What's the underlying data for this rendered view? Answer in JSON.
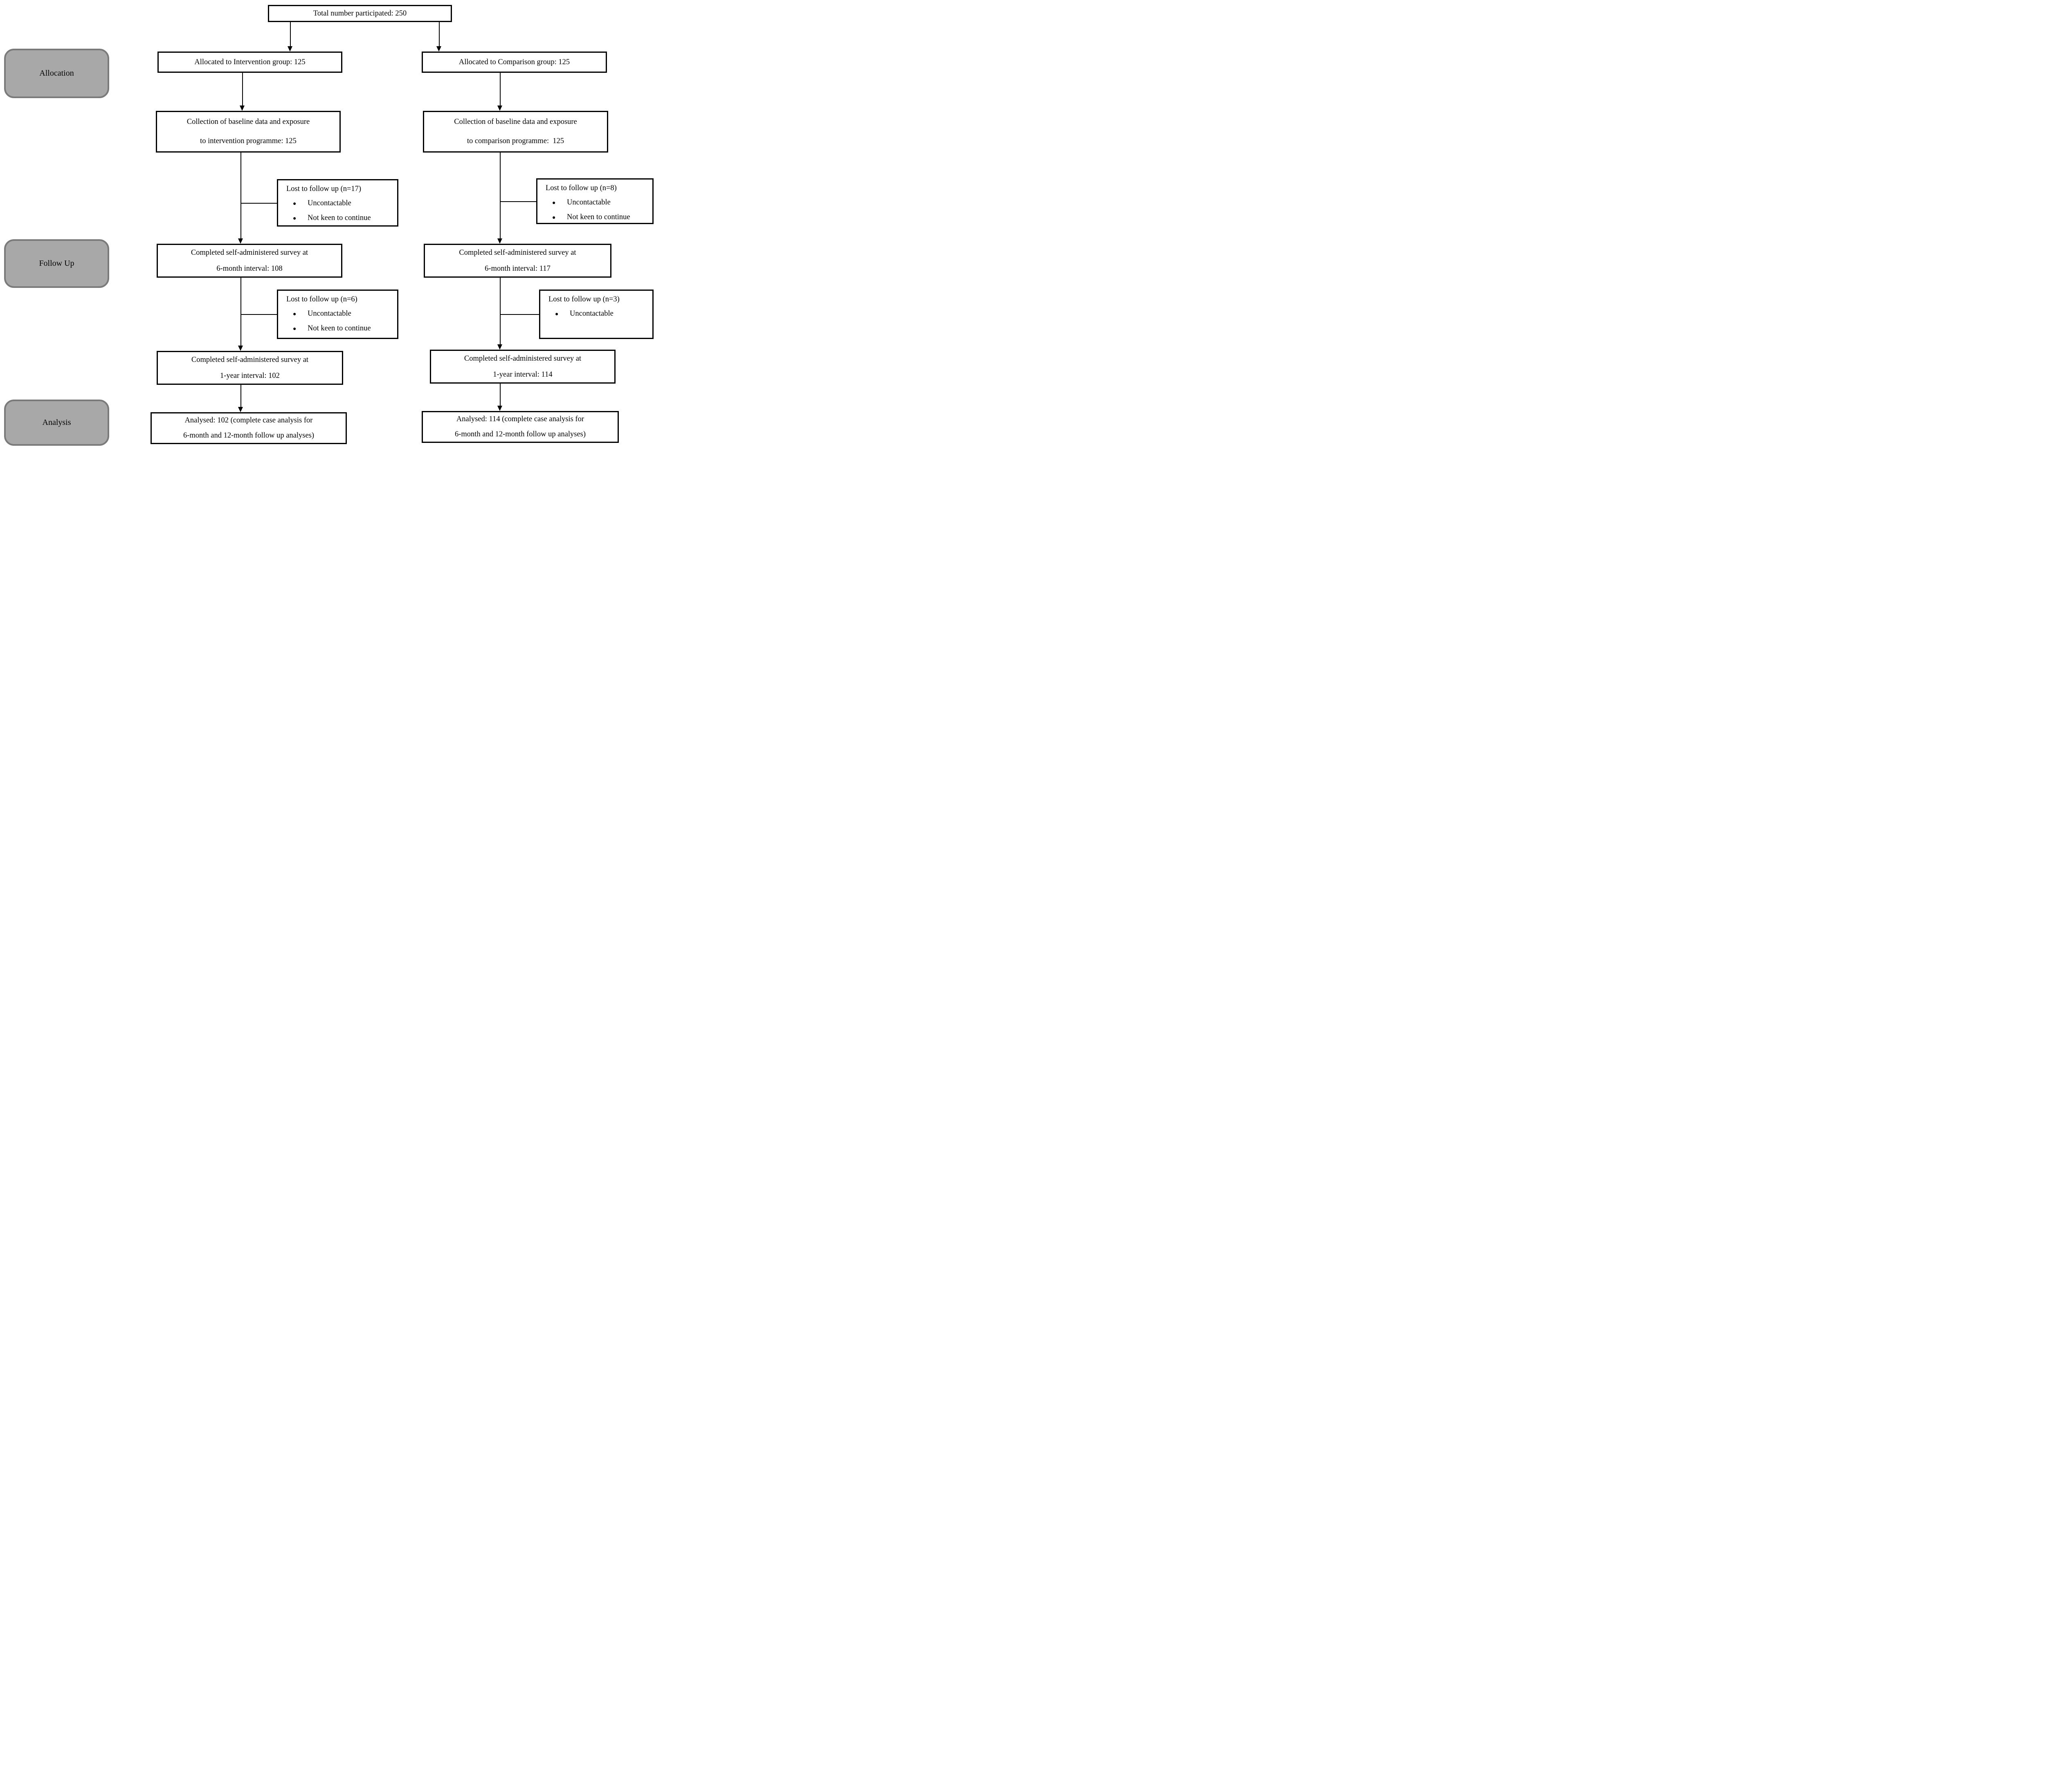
{
  "title_box": {
    "text": "Total number participated: 250"
  },
  "stages": {
    "allocation": "Allocation",
    "follow_up": "Follow Up",
    "analysis": "Analysis"
  },
  "bullet_glyph": "●",
  "intervention": {
    "allocated": "Allocated to Intervention group: 125",
    "baseline": [
      "Collection of baseline data and exposure",
      "to intervention programme: 125"
    ],
    "lost_6m": {
      "title": "Lost to follow up (n=17)",
      "bullets": [
        "Uncontactable",
        "Not keen to continue"
      ]
    },
    "survey_6m": [
      "Completed self-administered survey at",
      "6-month interval: 108"
    ],
    "lost_12m": {
      "title": "Lost to follow up (n=6)",
      "bullets": [
        "Uncontactable",
        "Not keen to continue"
      ]
    },
    "survey_12m": [
      "Completed self-administered survey at",
      "1-year interval: 102"
    ],
    "analysed": [
      "Analysed: 102 (complete case analysis for",
      "6-month and 12-month follow up analyses)"
    ]
  },
  "comparison": {
    "allocated": "Allocated to Comparison group: 125",
    "baseline": [
      "Collection of baseline data and exposure",
      "to comparison programme:  125"
    ],
    "lost_6m": {
      "title": "Lost to follow up (n=8)",
      "bullets": [
        "Uncontactable",
        "Not keen to continue"
      ]
    },
    "survey_6m": [
      "Completed self-administered survey at",
      "6-month interval: 117"
    ],
    "lost_12m": {
      "title": "Lost to follow up (n=3)",
      "bullets": [
        "Uncontactable"
      ]
    },
    "survey_12m": [
      "Completed self-administered survey at",
      "1-year interval: 114"
    ],
    "analysed": [
      "Analysed: 114 (complete case analysis for",
      "6-month and 12-month follow up analyses)"
    ]
  },
  "colors": {
    "stage_fill": "#a8a8a8",
    "stage_border": "#7a7a7a",
    "box_border": "#000000",
    "line": "#000000"
  }
}
